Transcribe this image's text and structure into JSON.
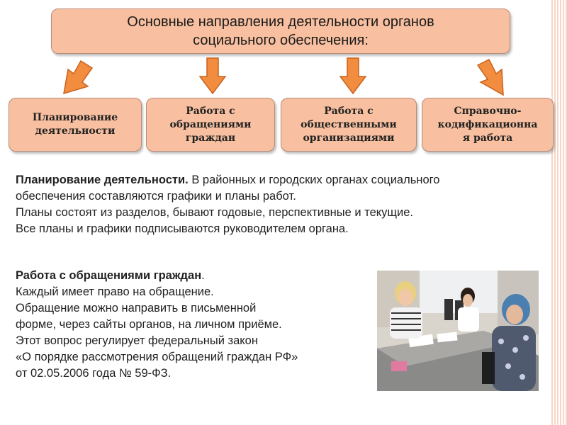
{
  "header": {
    "line1": "Основные направления деятельности органов",
    "line2": "социального обеспечения:"
  },
  "boxes": [
    {
      "lines": [
        "Планирование",
        "деятельности"
      ]
    },
    {
      "lines": [
        "Работа с",
        "обращениями",
        "граждан"
      ]
    },
    {
      "lines": [
        "Работа с",
        "общественными",
        "организациями"
      ]
    },
    {
      "lines": [
        "Справочно-",
        "кодификационна",
        "я работа"
      ]
    }
  ],
  "section1": {
    "heading": "Планирование деятельности.",
    "line1_rest": " В районных и городских органах социального",
    "line2": "обеспечения составляются графики и планы работ.",
    "line3": "Планы состоят из разделов, бывают годовые, перспективные и текущие.",
    "line4": "Все планы и графики подписываются руководителем органа."
  },
  "section2": {
    "heading": "Работа с обращениями граждан",
    "heading_end": ".",
    "lines": [
      "Каждый имеет право на обращение.",
      "Обращение можно направить в письменной",
      "форме, через сайты органов, на личном приёме.",
      "Этот вопрос регулирует федеральный закон",
      "«О порядке рассмотрения обращений граждан РФ»",
      "от 02.05.2006 года № 59-ФЗ."
    ]
  },
  "colors": {
    "box_fill": "#f8c0a0",
    "box_border": "#b98b75",
    "arrow_fill": "#f28c3e",
    "arrow_stroke": "#c8621f"
  },
  "photo": {
    "icon": "office-meeting-photo"
  }
}
